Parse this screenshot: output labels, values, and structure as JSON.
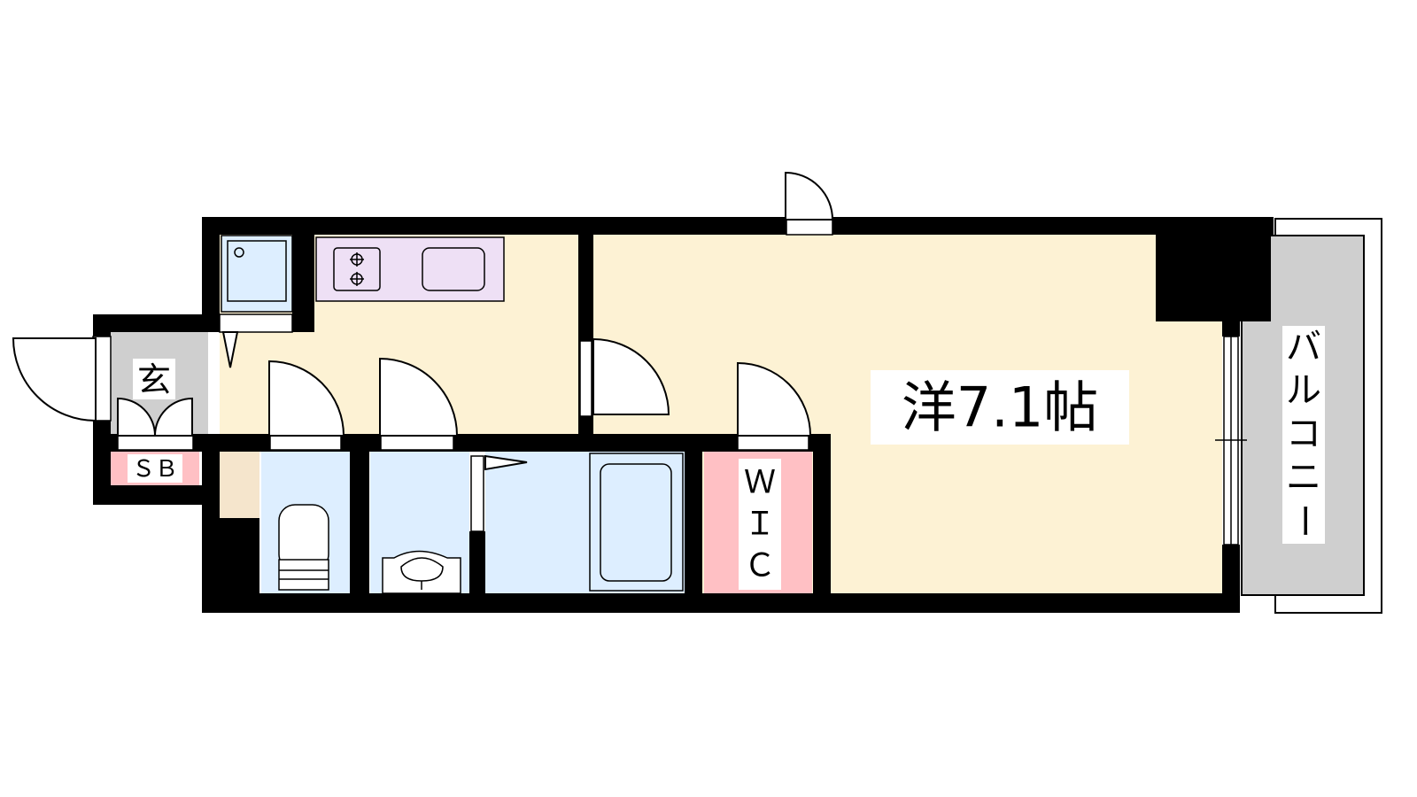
{
  "floorplan": {
    "rooms": {
      "western_room": {
        "label": "洋7.1帖"
      },
      "entrance": {
        "label": "玄"
      },
      "shoe_box": {
        "label": "ＳＢ"
      },
      "walk_in_closet": {
        "label_lines": [
          "Ｗ",
          "Ｉ",
          "Ｃ"
        ]
      },
      "balcony": {
        "label_chars": [
          "バ",
          "ル",
          "コ",
          "ニ",
          "ー"
        ]
      }
    },
    "colors": {
      "wall": "#000000",
      "living_floor": "#fdf2d4",
      "entrance_floor": "#cfcfcf",
      "wet_area": "#ddeeff",
      "kitchen_counter": "#eee0f5",
      "closet": "#ffc0c4",
      "storage": "#f5e5cc",
      "balcony": "#cfcfcf"
    },
    "icons": [
      "door-swing-icon",
      "stove-icon",
      "sink-icon",
      "refrigerator-icon",
      "toilet-icon",
      "washbasin-icon",
      "bathtub-icon"
    ]
  }
}
